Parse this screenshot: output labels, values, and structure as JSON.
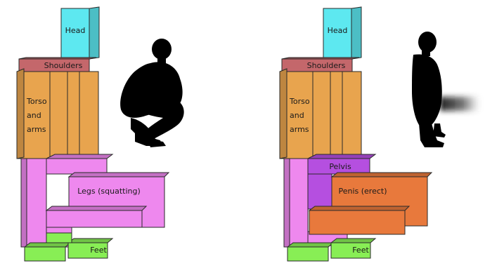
{
  "colors": {
    "head": "#5de8f0",
    "shoulders": "#c4676b",
    "torso": "#e8a44e",
    "legs": "#ee88ee",
    "pelvis": "#b54fe0",
    "penis": "#e8793c",
    "feet": "#88ee55",
    "outline": "#2a2a2a",
    "silhouette": "#000000"
  },
  "left_figure": {
    "head_label": "Head",
    "shoulders_label": "Shoulders",
    "torso_label_lines": [
      "Torso",
      "and",
      "arms"
    ],
    "legs_label": "Legs (squatting)",
    "feet_label": "Feet",
    "silhouette": "squatting-man-silhouette"
  },
  "right_figure": {
    "head_label": "Head",
    "shoulders_label": "Shoulders",
    "torso_label_lines": [
      "Torso",
      "and",
      "arms"
    ],
    "pelvis_label": "Pelvis",
    "penis_label": "Penis (erect)",
    "feet_label": "Feet",
    "silhouette": "standing-man-silhouette"
  }
}
